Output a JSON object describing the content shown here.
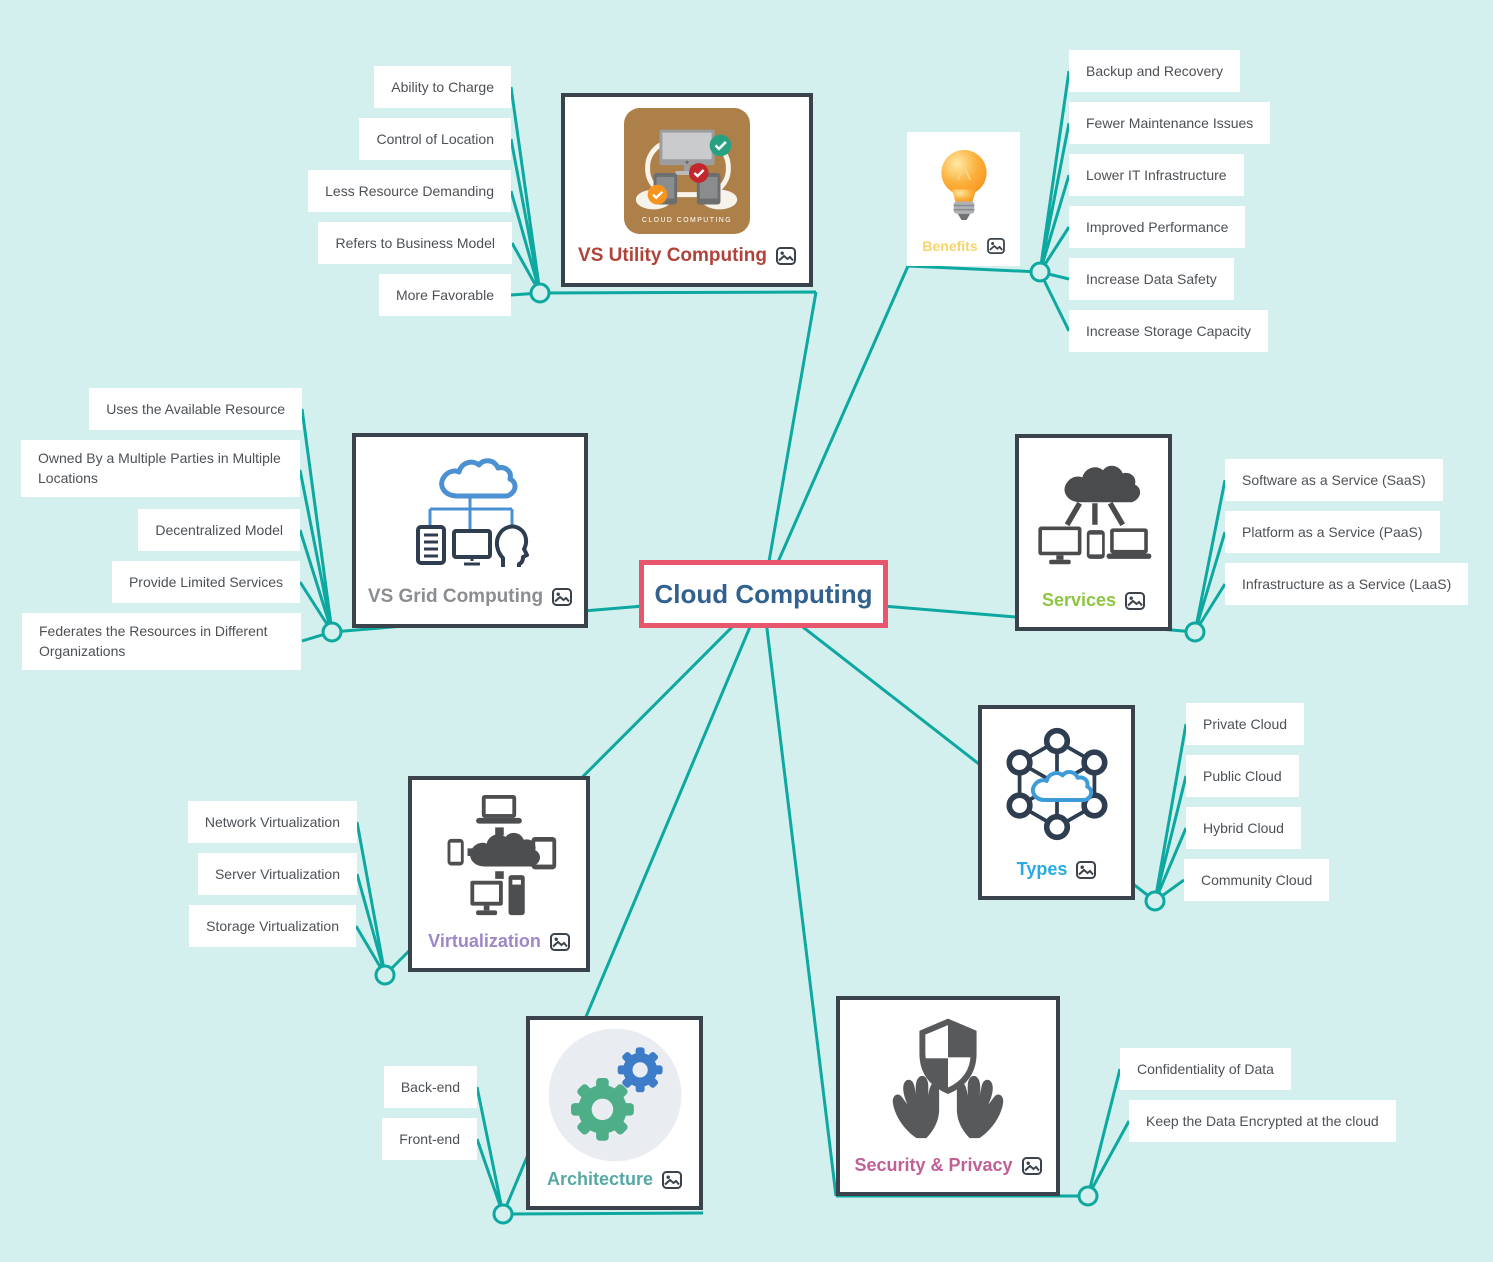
{
  "colors": {
    "background": "#d3f0ee",
    "connector_line": "#0da8a0",
    "card_border": "#3a434b",
    "central_border": "#e8566d",
    "central_text": "#31618e",
    "leaf_text": "#4c5156"
  },
  "central_topic": {
    "label": "Cloud Computing"
  },
  "topics": [
    {
      "id": "vs-utility-computing",
      "label": "VS Utility Computing",
      "color": "#b0443a",
      "icon": "cloud-computing-illustration",
      "image_caption": "CLOUD COMPUTING",
      "leaves": [
        "Ability to Charge",
        "Control of Location",
        "Less Resource Demanding",
        "Refers to Business Model",
        "More Favorable"
      ]
    },
    {
      "id": "benefits",
      "label": "Benefits",
      "color": "#f8d468",
      "icon": "lightbulb",
      "leaves": [
        "Backup and Recovery",
        "Fewer Maintenance Issues",
        "Lower IT Infrastructure",
        "Improved Performance",
        "Increase Data Safety",
        "Increase Storage Capacity"
      ]
    },
    {
      "id": "vs-grid-computing",
      "label": "VS Grid Computing",
      "color": "#8b8e91",
      "icon": "grid-cloud-network",
      "leaves": [
        "Uses the Available Resource",
        "Owned By a Multiple Parties in Multiple Locations",
        "Decentralized Model",
        "Provide Limited Services",
        "Federates the Resources in Different Organizations"
      ]
    },
    {
      "id": "services",
      "label": "Services",
      "color": "#8dc63f",
      "icon": "cloud-devices",
      "leaves": [
        "Software as a Service (SaaS)",
        "Platform as a Service (PaaS)",
        "Infrastructure as a Service (LaaS)"
      ]
    },
    {
      "id": "types",
      "label": "Types",
      "color": "#2aabe2",
      "icon": "network-nodes-cloud",
      "leaves": [
        "Private Cloud",
        "Public Cloud",
        "Hybrid Cloud",
        "Community Cloud"
      ]
    },
    {
      "id": "virtualization",
      "label": "Virtualization",
      "color": "#9d87c9",
      "icon": "cloud-connected-devices",
      "leaves": [
        "Network Virtualization",
        "Server Virtualization",
        "Storage Virtualization"
      ]
    },
    {
      "id": "architecture",
      "label": "Architecture",
      "color": "#56a8a5",
      "icon": "gears",
      "leaves": [
        "Back-end",
        "Front-end"
      ]
    },
    {
      "id": "security-privacy",
      "label": "Security & Privacy",
      "color": "#c16096",
      "icon": "hands-holding-shield",
      "leaves": [
        "Confidentiality of Data",
        "Keep the Data Encrypted at the cloud"
      ]
    }
  ]
}
